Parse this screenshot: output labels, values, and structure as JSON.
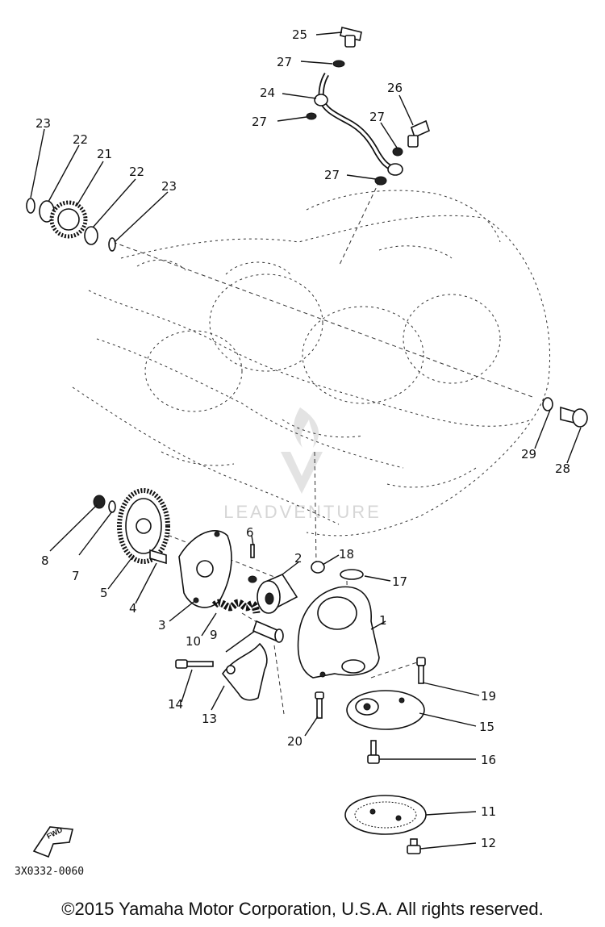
{
  "diagram": {
    "part_numbers": [
      "1",
      "2",
      "3",
      "4",
      "5",
      "6",
      "7",
      "8",
      "9",
      "10",
      "11",
      "12",
      "13",
      "14",
      "15",
      "16",
      "17",
      "18",
      "19",
      "20",
      "21",
      "22",
      "22",
      "23",
      "23",
      "24",
      "25",
      "26",
      "27",
      "27",
      "27",
      "27",
      "28",
      "29"
    ],
    "drawing_code": "3X0332-0060",
    "fwd_marker": "FWD",
    "watermark": "LEADVENTURE"
  },
  "footer": {
    "copyright": "©2015 Yamaha Motor Corporation, U.S.A. All rights reserved."
  }
}
